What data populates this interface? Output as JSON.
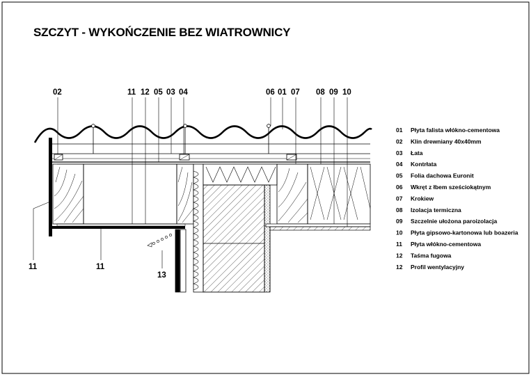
{
  "title": "SZCZYT - WYKOŃCZENIE  BEZ  WIATROWNICY",
  "callouts_top": [
    "02",
    "11",
    "12",
    "05",
    "03",
    "04",
    "06",
    "01",
    "07",
    "08",
    "09",
    "10"
  ],
  "callouts_bottom": [
    "11",
    "11",
    "13"
  ],
  "legend": [
    {
      "num": "01",
      "text": "Płyta  falista włókno-cementowa"
    },
    {
      "num": "02",
      "text": "Klin drewniany 40x40mm"
    },
    {
      "num": "03",
      "text": "Łata"
    },
    {
      "num": "04",
      "text": "Kontrłata"
    },
    {
      "num": "05",
      "text": "Folia dachowa Euronit"
    },
    {
      "num": "06",
      "text": "Wkręt z łbem sześciokątnym"
    },
    {
      "num": "07",
      "text": "Krokiew"
    },
    {
      "num": "08",
      "text": "Izolacja termiczna"
    },
    {
      "num": "09",
      "text": "Szczelnie ułożona paroizolacja"
    },
    {
      "num": "10",
      "text": "Płyta gipsowo-kartonowa lub boazeria"
    },
    {
      "num": "11",
      "text": "Płyta włókno-cementowa"
    },
    {
      "num": "12",
      "text": "Taśma fugowa"
    },
    {
      "num": "12",
      "text": "Profil wentylacyjny"
    }
  ]
}
